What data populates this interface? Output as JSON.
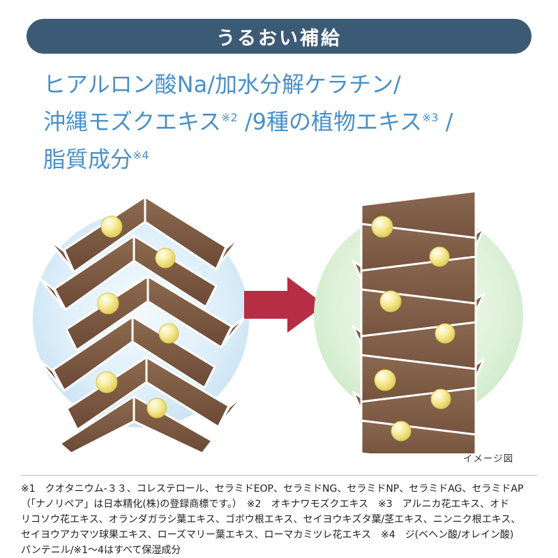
{
  "colors": {
    "header_bg": "#3b5a75",
    "ingredient_text_blue": "#4a90c8",
    "arrow_red": "#b52e44",
    "hair_brown": "#7d5b44",
    "bead_yellow": "#f0e07a",
    "halo_blue": "#cde6f4",
    "halo_green": "#ddf1d8"
  },
  "header": {
    "title": "うるおい補給"
  },
  "ingredients": {
    "line1": "ヒアルロン酸Na/加水分解ケラチン/",
    "line2a": "沖縄モズクエキス",
    "line2a_sup": "※2",
    "line2b": " /9種の植物エキス",
    "line2b_sup": "※3",
    "line2c": " /",
    "line3": "脂質成分",
    "line3_sup": "※4"
  },
  "figure": {
    "caption": "イメージ図"
  },
  "footnotes": {
    "lines": [
      "※1　クオタニウム-３３、コレステロール、セラミドEOP、セラミドNG、セラミドNP、セラミドAG、セラミドAP",
      "（「ナノリペア」は日本精化(株)の登録商標です。）　※2　オキナワモズクエキス　※3　アルニカ花エキス、オド",
      "リコソウ花エキス、オランダガラシ葉エキス、ゴボウ根エキス、セイヨウキズタ葉/茎エキス、ニンニク根エキス、",
      "セイヨウアカマツ球果エキス、ローズマリー葉エキス、ローマカミツレ花エキス　※4　ジ(ベヘン酸/オレイン酸)",
      "パンテニル/※1〜4はすべて保湿成分"
    ]
  }
}
